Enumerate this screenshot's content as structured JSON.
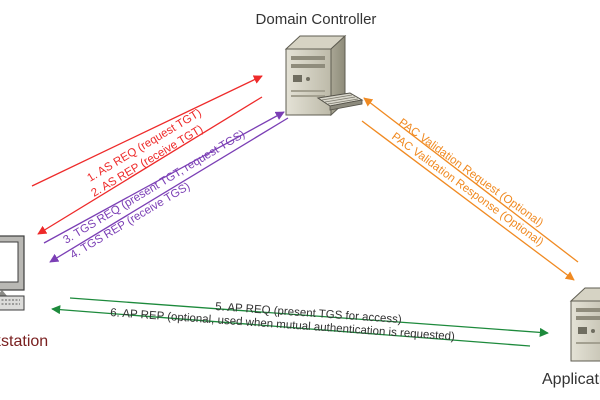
{
  "nodes": {
    "domain_controller": "Domain Controller",
    "workstation": "Workstation",
    "application_server": "Application Server"
  },
  "messages": {
    "as_req": "1. AS REQ (request TGT)",
    "as_rep": "2. AS REP (receive TGT)",
    "tgs_req": "3. TGS REQ (present TGT, request TGS)",
    "tgs_rep": "4. TGS REP (receive TGS)",
    "ap_req": "5. AP REQ (present TGS for access)",
    "ap_rep": "6. AP REP (optional, used when mutual authentication is requested)",
    "pac_req": "PAC Validation Request (Optional)",
    "pac_rep": "PAC Validation Response (Optional)"
  },
  "colors": {
    "as": "#ee2a2a",
    "tgs": "#7b3fb5",
    "ap": "#1d8a3c",
    "pac": "#f08a22",
    "label": "#333333",
    "workstation_label": "#7a2020"
  }
}
